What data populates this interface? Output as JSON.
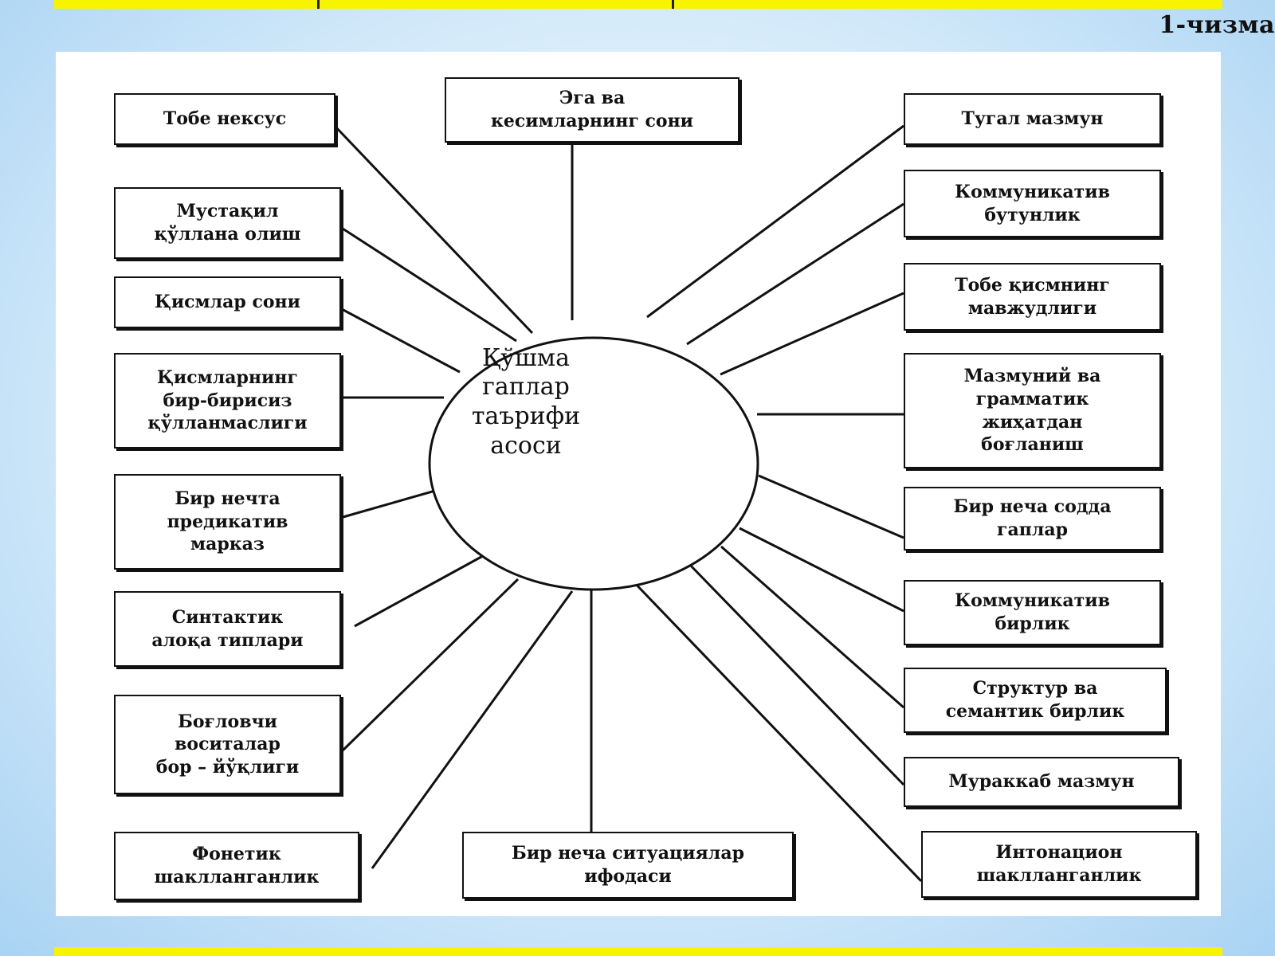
{
  "figure_label": "1-чизма",
  "center": {
    "label": "Қўшма\nгаплар\nтаърифи\nасоси"
  },
  "top_box": {
    "label": "Эга ва\nкесимларнинг сони"
  },
  "bottom_box": {
    "label": "Бир неча ситуациялар\nифодаси"
  },
  "left_boxes": [
    {
      "label": "Тобе нексус"
    },
    {
      "label": "Мустақил\nқўллана олиш"
    },
    {
      "label": "Қисмлар сони"
    },
    {
      "label": "Қисмларнинг\nбир-бирисиз\nқўлланмаслиги"
    },
    {
      "label": "Бир нечта\nпредикатив\nмарказ"
    },
    {
      "label": "Синтактик\nалоқа типлари"
    },
    {
      "label": "Боғловчи\nвоситалар\nбор – йўқлиги"
    },
    {
      "label": "Фонетик\nшаклланганлик"
    }
  ],
  "right_boxes": [
    {
      "label": "Тугал мазмун"
    },
    {
      "label": "Коммуникатив\nбутунлик"
    },
    {
      "label": "Тобе қисмнинг\nмавжудлиги"
    },
    {
      "label": "Мазмуний ва\nграмматик\nжиҳатдан\nбоғланиш"
    },
    {
      "label": "Бир неча содда\nгаплар"
    },
    {
      "label": "Коммуникатив\nбирлик"
    },
    {
      "label": "Структур ва\nсемантик бирлик"
    },
    {
      "label": "Мураккаб мазмун"
    },
    {
      "label": "Интонацион\nшаклланганлик"
    }
  ]
}
